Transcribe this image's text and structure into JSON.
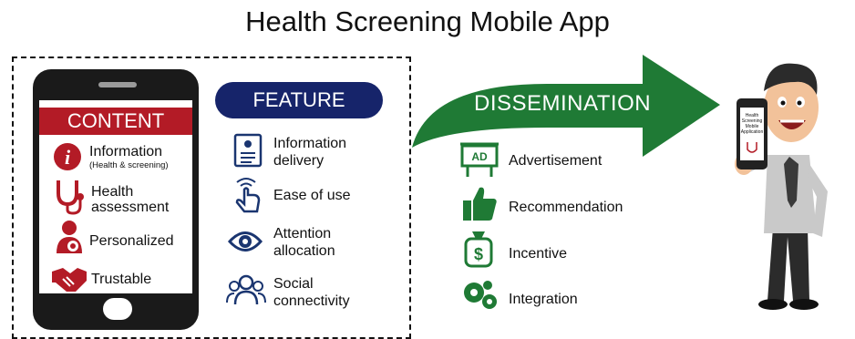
{
  "title": "Health Screening Mobile App",
  "content": {
    "header": "CONTENT",
    "items": [
      {
        "label": "Information",
        "sublabel": "(Health & screening)"
      },
      {
        "label": "Health\nassessment"
      },
      {
        "label": "Personalized"
      },
      {
        "label": "Trustable"
      }
    ]
  },
  "feature": {
    "header": "FEATURE",
    "items": [
      {
        "label": "Information\ndelivery"
      },
      {
        "label": "Ease of use"
      },
      {
        "label": "Attention\nallocation"
      },
      {
        "label": "Social\nconnectivity"
      }
    ]
  },
  "dissemination": {
    "header": "DISSEMINATION",
    "ad_badge": "AD",
    "items": [
      {
        "label": "Advertisement"
      },
      {
        "label": "Recommendation"
      },
      {
        "label": "Incentive"
      },
      {
        "label": "Integration"
      }
    ]
  },
  "person_phone_text": "Health\nScreening\nMobile\nApplication",
  "colors": {
    "content_red": "#b31b26",
    "feature_navy": "#16246a",
    "arrow_green": "#1f7a35",
    "icon_green": "#1f7a35",
    "icon_blue": "#1a3570"
  }
}
